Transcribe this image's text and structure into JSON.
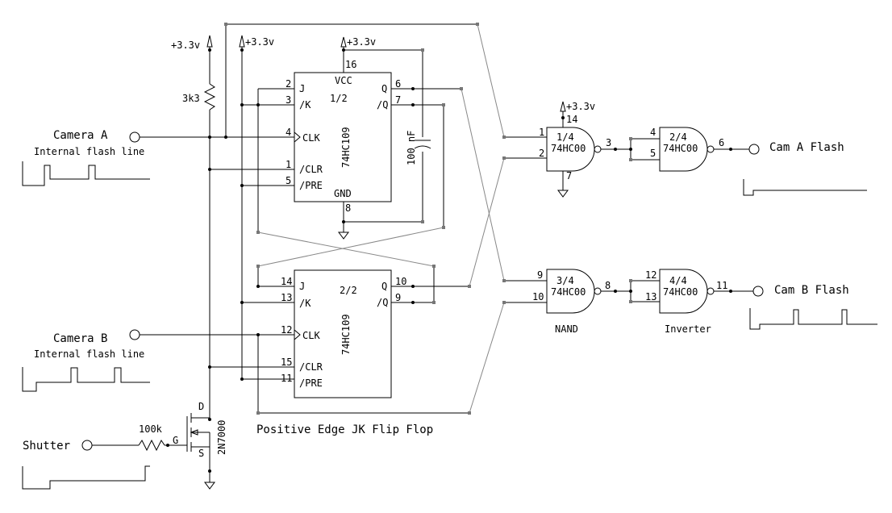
{
  "supply": "+3.3v",
  "inputs": {
    "camera_a": "Camera A",
    "camera_a_sub": "Internal flash line",
    "camera_b": "Camera B",
    "camera_b_sub": "Internal flash line",
    "shutter": "Shutter"
  },
  "outputs": {
    "cam_a_flash": "Cam A Flash",
    "cam_b_flash": "Cam B Flash"
  },
  "resistor_pullup": "3k3",
  "resistor_gate": "100k",
  "capacitor": "100 nF",
  "mosfet": {
    "part": "2N7000",
    "d": "D",
    "g": "G",
    "s": "S"
  },
  "ff1": {
    "frac": "1/2",
    "part": "74HC109",
    "vcc": "VCC",
    "gnd": "GND",
    "j": "J",
    "k": "/K",
    "clk": "CLK",
    "clr": "/CLR",
    "pre": "/PRE",
    "q": "Q",
    "qn": "/Q",
    "p_vcc": "16",
    "p_gnd": "8",
    "p_j": "2",
    "p_k": "3",
    "p_clk": "4",
    "p_clr": "1",
    "p_pre": "5",
    "p_q": "6",
    "p_qn": "7"
  },
  "ff2": {
    "frac": "2/2",
    "part": "74HC109",
    "j": "J",
    "k": "/K",
    "clk": "CLK",
    "clr": "/CLR",
    "pre": "/PRE",
    "q": "Q",
    "qn": "/Q",
    "p_j": "14",
    "p_k": "13",
    "p_clk": "12",
    "p_clr": "15",
    "p_pre": "11",
    "p_q": "10",
    "p_qn": "9"
  },
  "gates": {
    "g1": {
      "frac": "1/4",
      "part": "74HC00",
      "in1": "1",
      "in2": "2",
      "out": "3",
      "vcc": "14",
      "gnd": "7"
    },
    "g2": {
      "frac": "2/4",
      "part": "74HC00",
      "in1": "4",
      "in2": "5",
      "out": "6"
    },
    "g3": {
      "frac": "3/4",
      "part": "74HC00",
      "in1": "9",
      "in2": "10",
      "out": "8"
    },
    "g4": {
      "frac": "4/4",
      "part": "74HC00",
      "in1": "12",
      "in2": "13",
      "out": "11"
    }
  },
  "caption_ff": "Positive Edge JK Flip Flop",
  "caption_nand": "NAND",
  "caption_inverter": "Inverter"
}
